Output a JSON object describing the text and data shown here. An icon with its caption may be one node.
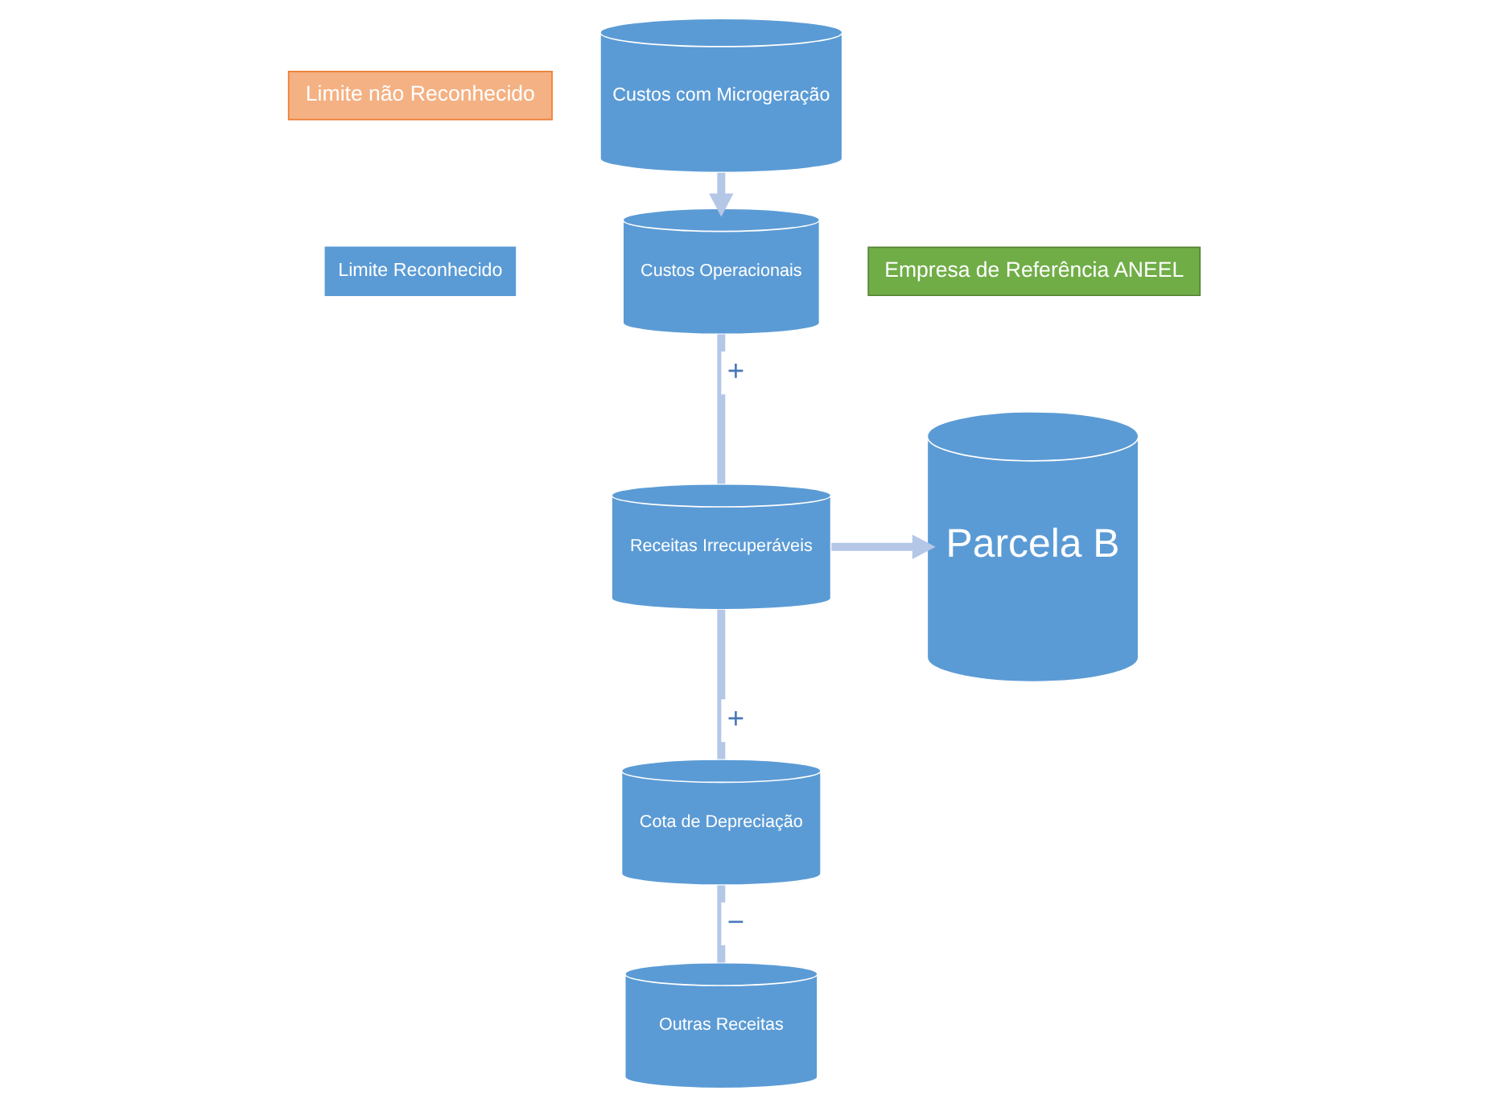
{
  "diagram": {
    "nodes": [
      {
        "text": [
          "Limite não Reconhecido"
        ]
      },
      {
        "text": [
          "Limite Reconhecido"
        ]
      },
      {
        "text": [
          "Custos com Microgeração"
        ]
      },
      {
        "text": [
          "Custos Operacionais"
        ]
      },
      {
        "text": [
          "Empresa de Referência ANEEL"
        ]
      },
      {
        "text": [
          "Receitas Irrecuperáveis"
        ]
      },
      {
        "text": [
          "Cota de Depreciação"
        ]
      },
      {
        "text": [
          "Outras Receitas"
        ]
      },
      {
        "text": [
          "Parcela B"
        ]
      }
    ],
    "edges": [
      {
        "from": 2,
        "to": 3,
        "arrow": "to"
      },
      {
        "from": 3,
        "to": 5,
        "arrow": "none",
        "label": "+"
      },
      {
        "from": 5,
        "to": 6,
        "arrow": "none",
        "label": "+"
      },
      {
        "from": 6,
        "to": 7,
        "arrow": "none",
        "label": "−"
      },
      {
        "from": 5,
        "to": 8,
        "arrow": "to"
      }
    ]
  }
}
